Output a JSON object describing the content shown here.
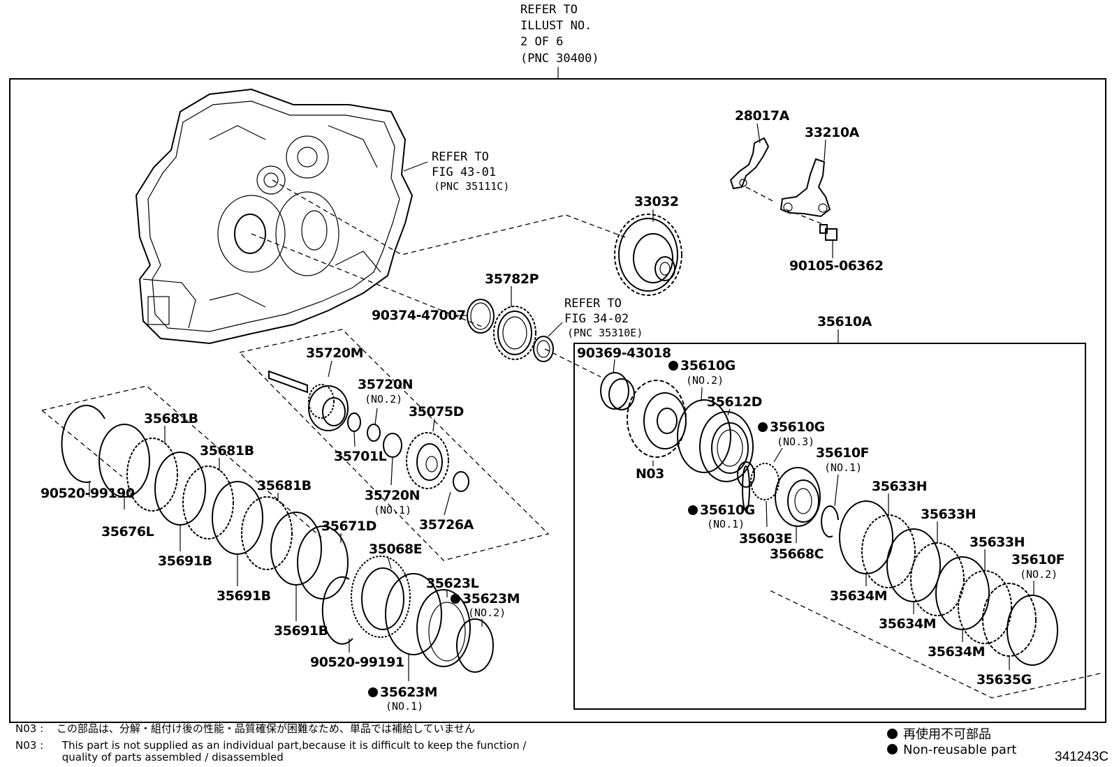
{
  "refer_top": [
    "REFER TO",
    "ILLUST NO.",
    "2 OF 6",
    "(PNC 30400)"
  ],
  "refer_case": [
    "REFER TO",
    "FIG 43-01",
    "(PNC 35111C)"
  ],
  "refer_fig34": [
    "REFER TO",
    "FIG 34-02",
    "(PNC 35310E)"
  ],
  "labels": {
    "p28017A": "28017A",
    "p33210A": "33210A",
    "p90105": "90105-06362",
    "p33032": "33032",
    "p35782P": "35782P",
    "p90374": "90374-47007",
    "p35610A": "35610A",
    "p90369": "90369-43018",
    "p35610G_2": "35610G",
    "p35610G_2_sub": "(NO.2)",
    "p35612D": "35612D",
    "p35610G_3": "35610G",
    "p35610G_3_sub": "(NO.3)",
    "p35610F_1": "35610F",
    "p35610F_1_sub": "(NO.1)",
    "pN03": "N03",
    "p35610G_1": "35610G",
    "p35610G_1_sub": "(NO.1)",
    "p35603E": "35603E",
    "p35668C": "35668C",
    "p35633H_a": "35633H",
    "p35633H_b": "35633H",
    "p35633H_c": "35633H",
    "p35610F_2": "35610F",
    "p35610F_2_sub": "(NO.2)",
    "p35634M_a": "35634M",
    "p35634M_b": "35634M",
    "p35634M_c": "35634M",
    "p35635G": "35635G",
    "p35720M": "35720M",
    "p35720N_2": "35720N",
    "p35720N_2_sub": "(NO.2)",
    "p35075D": "35075D",
    "p35701L": "35701L",
    "p35720N_1": "35720N",
    "p35720N_1_sub": "(NO.1)",
    "p35726A": "35726A",
    "p35681B_a": "35681B",
    "p35681B_b": "35681B",
    "p35681B_c": "35681B",
    "p90520_99190": "90520-99190",
    "p35676L": "35676L",
    "p35691B_a": "35691B",
    "p35691B_b": "35691B",
    "p35691B_c": "35691B",
    "p35671D": "35671D",
    "p35068E": "35068E",
    "p35623L": "35623L",
    "p35623M_2": "35623M",
    "p35623M_2_sub": "(NO.2)",
    "p90520_99191": "90520-99191",
    "p35623M_1": "35623M",
    "p35623M_1_sub": "(NO.1)"
  },
  "notes": {
    "jp_code": "N03 :",
    "jp_text": "この部品は、分解・組付け後の性能・品質確保が困難なため、単品では補給していません",
    "en_code": "N03 :",
    "en_line1": "This part is not supplied as an individual part,because it is difficult to keep the function /",
    "en_line2": "quality of parts assembled / disassembled"
  },
  "legend": {
    "jp": "再使用不可部品",
    "en": "Non-reusable part"
  },
  "illustration_id": "341243C"
}
